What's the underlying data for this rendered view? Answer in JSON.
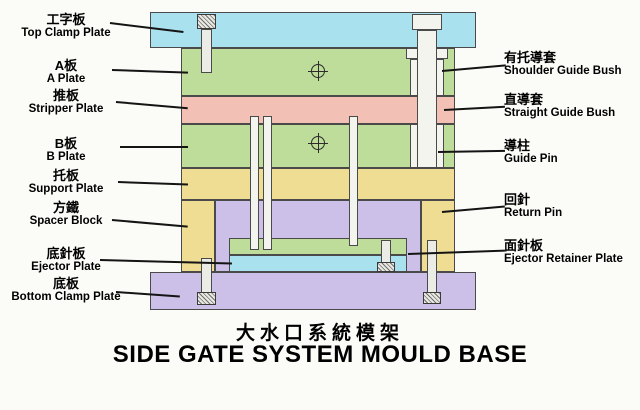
{
  "title": {
    "cn": "大水口系統模架",
    "en": "SIDE GATE SYSTEM MOULD BASE"
  },
  "left_labels": [
    {
      "cn": "工字板",
      "en": "Top Clamp Plate"
    },
    {
      "cn": "A板",
      "en": "A Plate"
    },
    {
      "cn": "推板",
      "en": "Stripper Plate"
    },
    {
      "cn": "B板",
      "en": "B Plate"
    },
    {
      "cn": "托板",
      "en": "Support Plate"
    },
    {
      "cn": "方鐵",
      "en": "Spacer Block"
    },
    {
      "cn": "底針板",
      "en": "Ejector Plate"
    },
    {
      "cn": "底板",
      "en": "Bottom Clamp Plate"
    }
  ],
  "right_labels": [
    {
      "cn": "有托導套",
      "en": "Shoulder Guide Bush"
    },
    {
      "cn": "直導套",
      "en": "Straight Guide Bush"
    },
    {
      "cn": "導柱",
      "en": "Guide Pin"
    },
    {
      "cn": "回針",
      "en": "Return Pin"
    },
    {
      "cn": "面針板",
      "en": "Ejector Retainer Plate"
    }
  ],
  "colors": {
    "top_clamp_plate": "#a9e1ef",
    "a_plate": "#bedc9a",
    "stripper_plate": "#f2c0b4",
    "b_plate": "#bedc9a",
    "support_plate": "#eedd92",
    "spacer_block": "#eedd92",
    "ejector_space": "#ccc0e8",
    "ejector_retainer_plate": "#bedc9a",
    "ejector_plate": "#a9e1ef",
    "bottom_clamp_plate": "#ccc0e8",
    "pin": "#f4f4ef",
    "outline": "#4a4a4a"
  }
}
